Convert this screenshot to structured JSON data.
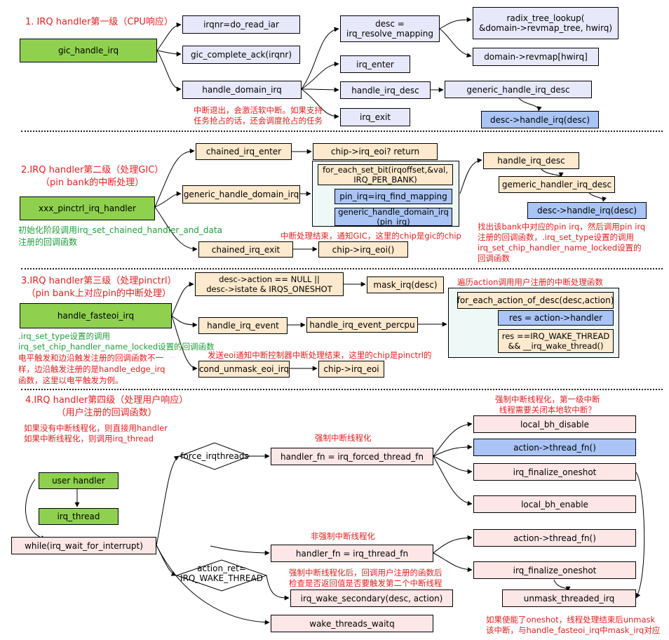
{
  "sections": {
    "s1": {
      "title": "1. IRQ handler第一级（CPU响应）"
    },
    "s2": {
      "title": "2.IRQ handler第二级（处理GIC）\n（pin bank的中断处理）"
    },
    "s3": {
      "title": "3.IRQ handler第三级（处理pinctrl）\n（pin bank上对应pin的中断处理）"
    },
    "s4": {
      "title": "4.IRQ handler第四级（处理用户响应）\n（用户注册的回调函数）"
    }
  },
  "nodes": {
    "gic_handle_irq": "gic_handle_irq",
    "do_read_iar": "irqnr=do_read_iar",
    "gic_complete_ack": "gic_complete_ack(irqnr)",
    "handle_domain_irq": "handle_domain_irq",
    "irq_resolve_mapping": "desc =\nirq_resolve_mapping",
    "radix_tree_lookup": "radix_tree_lookup(\n&domain->revmap_tree, hwirq)",
    "revmap": "domain->revmap[hwirq]",
    "irq_enter": "irq_enter",
    "handle_irq_desc_1": "handle_irq_desc",
    "generic_handle_irq_desc": "generic_handle_irq_desc",
    "irq_exit": "irq_exit",
    "desc_handle_irq_1": "desc->handle_irq(desc)",
    "xxx_pinctrl_irq_handler": "xxx_pinctrl_irq_handler",
    "chained_irq_enter": "chained_irq_enter",
    "chip_irq_eoi_return": "chip->irq_eoi? return",
    "generic_handle_domain_irq": "generic_handle_domain_irq",
    "for_each_set_bit": "for_each_set_bit(irqoffset,&val,\nIRQ_PER_BANK)",
    "pin_irq_find_mapping": "pin_irq=irq_find_mapping",
    "generic_handle_domain_irq_pin": "generic_handle_domain_irq\n(pin_irq)",
    "handle_irq_desc_2": "handle_irq_desc",
    "gemeric_handler_irq_desc": "gemeric_handler_irq_desc",
    "desc_handle_irq_2": "desc->handle_irq(desc)",
    "chained_irq_exit": "chained_irq_exit",
    "chip_irq_eoi_1": "chip->irq_eoi()",
    "handle_fasteoi_irq": "handle_fasteoi_irq",
    "desc_action_null": "desc->action == NULL ||\ndesc->istate & IRQS_ONESHOT",
    "mask_irq": "mask_irq(desc)",
    "handle_irq_event": "handle_irq_event",
    "handle_irq_event_percpu": "handle_irq_event_percpu",
    "for_each_action_of_desc": "for_each_action_of_desc(desc,action)",
    "res_action_handler": "res = action->handler",
    "res_irq_wake_thread": "res ==IRQ_WAKE_THREAD\n&& __irq_wake_thread()",
    "cond_unmask_eoi_irq": "cond_unmask_eoi_irq",
    "chip_irq_eoi_2": "chip->irq_eoi",
    "user_handler": "user handler",
    "irq_thread": "irq_thread",
    "while_irq_wait": "while(irq_wait_for_interrupt)",
    "force_irqthreads": "force_irqthreads",
    "action_ret": "action_ret=\nIRQ_WAKE_THREAD",
    "irq_forced_thread_fn": "handler_fn = irq_forced_thread_fn",
    "irq_thread_fn": "handler_fn = irq_thread_fn",
    "local_bh_disable": "local_bh_disable",
    "thread_fn_1": "action->thread_fn()",
    "irq_finalize_oneshot_1": "irq_finalize_oneshot",
    "local_bh_enable": "local_bh_enable",
    "thread_fn_2": "action->thread_fn()",
    "irq_finalize_oneshot_2": "irq_finalize_oneshot",
    "unmask_threaded_irq": "unmask_threaded_irq",
    "irq_wake_secondary": "irq_wake_secondary(desc, action)",
    "wake_threads_waitq": "wake_threads_waitq"
  },
  "notes": {
    "irq_exit_note": "中断退出，会激活软中断。如果支持\n任务抢占的话，还会调度抢占的任务",
    "init_note": "初始化阶段调用irq_set_chained_handler_and_data\n注册的回调函数",
    "eoi_gic_note": "中断处理结束，通知GIC，这里的chip是gic的chip",
    "pin_note": "找出该bank中对应的pin irq，然后调用pin irq\n注册的回调函数，.irq_set_type设置的调用\nirq_set_chip_handler_name_locked设置的\n回调函数",
    "traverse_note": "遍历action调用用户注册的中断处理函数",
    "set_type_note": ".irq_set_type设置的调用\nirq_set_chip_handler_name_locked设置的回调函数",
    "edge_level_note": "电平触发和边沿触发注册的回调函数不一\n样，边沿触发注册的是handle_edge_irq\n函数，这里以电平触发为例。",
    "eoi_pinctrl_note": "发送eoi通知中断控制器中断处理结束，这里的chip是pinctrl的",
    "thread_choice_note": "如果没有中断线程化，则直接用handler\n如果中断线程化，则调用irq_thread",
    "forced_note": "强制中断线程化",
    "bh_question_note": "强制中断线程化，第一级中断\n线程需要关闭本地软中断？",
    "nonforced_note": "非强制中断线程化",
    "secondary_note": "强制中断线程化后，回调用户注册的函数后\n检查是否返回值是否要触发第二个中断线程",
    "oneshot_note": "如果使能了oneshot，线程处理结束后unmask\n该中断，与handle_fasteoi_irq中mask_irq对应"
  },
  "colors": {
    "green": "#8fd14f",
    "lavender": "#e8e8fb",
    "blue": "#a9c4f5",
    "peach": "#fde9cd",
    "pink": "#fde6e6",
    "panel": "#eef8f7",
    "red_text": "#e02020",
    "green_text": "#1e9e3a"
  }
}
